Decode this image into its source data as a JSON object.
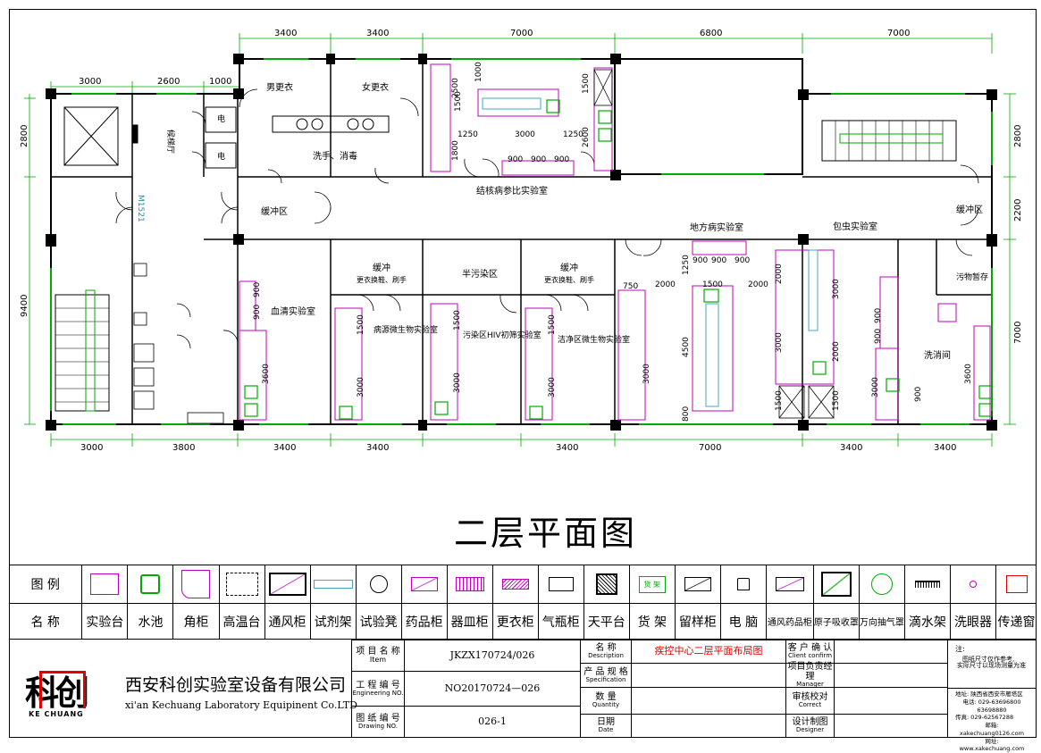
{
  "drawing_title": "二层平面图",
  "top_dims": [
    "3400",
    "3400",
    "7000",
    "6800",
    "7000"
  ],
  "left_top_dims": [
    "3000",
    "2600",
    "1000"
  ],
  "bottom_dims": [
    "3000",
    "3800",
    "3400",
    "3400",
    "3400",
    "7000",
    "3400",
    "3400"
  ],
  "side_dims_left": [
    "2800",
    "9400"
  ],
  "side_dims_right": [
    "2800",
    "2200",
    "7000"
  ],
  "rooms": {
    "male_locker": "男更衣",
    "female_locker": "女更衣",
    "wash": "洗手、消毒",
    "elevator_hall": "候梯厅",
    "elec1": "电",
    "elec2": "电",
    "buffer_left": "缓冲区",
    "tb_lab": "结核病参比实验室",
    "buffer_right": "缓冲区",
    "door_code": "M1521",
    "serum_lab": "血清实验室",
    "buffer2": "缓冲",
    "buffer2_sub": "更衣换鞋、刷手",
    "half_polluted": "半污染区",
    "buffer3": "缓冲",
    "buffer3_sub": "更衣换鞋、刷手",
    "pathogen_lab": "病源微生物实验室",
    "hiv_lab": "污染区HIV初筛实验室",
    "clean_lab": "洁净区微生物实验室",
    "endemic_lab": "地方病实验室",
    "parasite_lab": "包虫实验室",
    "waste_storage": "污物暂存",
    "disinfect": "洗消间"
  },
  "inner_dims": {
    "d1500a": "1500",
    "d2500": "2500",
    "d1000": "1000",
    "d1500b": "1500",
    "d1500c": "1500",
    "d1250a": "1250",
    "d3000a": "3000",
    "d1250b": "1250",
    "d2600": "2600",
    "d1800": "1800",
    "d900a": "900",
    "d900b": "900",
    "d900c": "900",
    "s900a": "900",
    "s900b": "900",
    "s3600a": "3600",
    "p1500": "1500",
    "p3000": "3000",
    "h1500": "1500",
    "h3000": "3000",
    "c1500": "1500",
    "c3000": "3000",
    "e750": "750",
    "e2000a": "2000",
    "e1500": "1500",
    "e2000b": "2000",
    "e1250": "1250",
    "e900a": "900",
    "e900b": "900",
    "e900c": "900",
    "e3000": "3000",
    "e4500": "4500",
    "e800": "800",
    "b2000a": "2000",
    "b3000a": "3000",
    "b3000b": "3000",
    "b2000b": "2000",
    "b1500a": "1500",
    "b1500b": "1500",
    "w3000": "3000",
    "w900a": "900",
    "w900b": "900",
    "w900c": "900",
    "w3600": "3600"
  },
  "legend_header": {
    "symbol": "图    例",
    "name": "名    称"
  },
  "legend": [
    {
      "name": "实验台"
    },
    {
      "name": "水池"
    },
    {
      "name": "角柜"
    },
    {
      "name": "高温台"
    },
    {
      "name": "通风柜"
    },
    {
      "name": "试剂架"
    },
    {
      "name": "试验凳"
    },
    {
      "name": "药品柜"
    },
    {
      "name": "器皿柜"
    },
    {
      "name": "更衣柜"
    },
    {
      "name": "气瓶柜"
    },
    {
      "name": "天平台"
    },
    {
      "name": "货  架",
      "symbol_text": "货 架"
    },
    {
      "name": "留样柜"
    },
    {
      "name": "电  脑"
    },
    {
      "name": "通风药品柜"
    },
    {
      "name": "原子吸收罩"
    },
    {
      "name": "万向抽气罩"
    },
    {
      "name": "滴水架"
    },
    {
      "name": "洗眼器"
    },
    {
      "name": "传递窗"
    }
  ],
  "company": {
    "logo_text": "科创",
    "logo_sub": "KE CHUANG",
    "name_cn": "西安科创实验室设备有限公司",
    "name_en": "xi'an Kechuang Laboratory Equipinent Co.LTD"
  },
  "title_block": {
    "project_name_label": "项 目 名 称",
    "project_name_label_en": "Item",
    "project_name": "JKZX170724/026",
    "engineering_no_label": "工 程 编 号",
    "engineering_no_label_en": "Engineering NO.",
    "engineering_no": "NO20170724—026",
    "drawing_no_label": "图 纸 编 号",
    "drawing_no_label_en": "Drawing NO.",
    "drawing_no": "026-1",
    "name_label": "名    称",
    "name_label_en": "Description",
    "name_value": "疾控中心二层平面布局图",
    "spec_label": "产 品 规 格",
    "spec_label_en": "Specification",
    "qty_label": "数      量",
    "qty_label_en": "Quantity",
    "date_label": "日期",
    "date_label_en": "Date",
    "client_label": "客 户 确 认",
    "client_label_en": "Client confirm",
    "manager_label": "项目负责经理",
    "manager_label_en": "Manager",
    "correct_label": "审核校对",
    "correct_label_en": "Correct",
    "designer_label": "设计制图",
    "designer_label_en": "Designer",
    "note_title": "注:",
    "note_1": "图纸尺寸仅作参考,",
    "note_2": "实际尺寸以现场测量为准",
    "addr": "地址: 陕西省西安市雁塔区",
    "tel": "电话: 029-63696800  63698880",
    "fax": "传真: 029-62567288",
    "email": "邮箱: xakechuang0126.com",
    "web": "网址: www.xakechuang.com"
  }
}
